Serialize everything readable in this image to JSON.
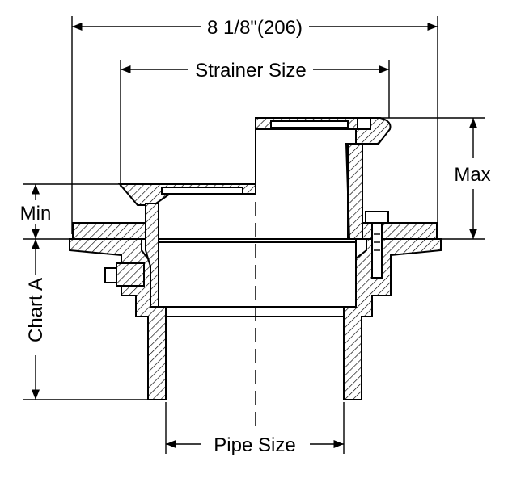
{
  "dimensions": {
    "overall_width": "8 1/8\"(206)",
    "strainer": "Strainer Size",
    "max": "Max",
    "min": "Min",
    "chart": "Chart A",
    "pipe": "Pipe Size"
  }
}
